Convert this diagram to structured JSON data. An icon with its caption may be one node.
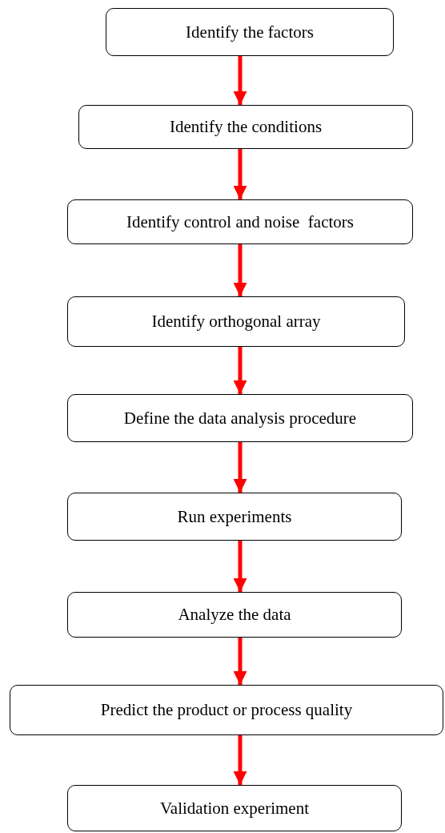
{
  "diagram": {
    "nodes": [
      {
        "text": [
          "Identify the factors"
        ]
      },
      {
        "text": [
          "Identify the conditions"
        ]
      },
      {
        "text": [
          "Identify control and noise  factors"
        ]
      },
      {
        "text": [
          "Identify orthogonal array"
        ]
      },
      {
        "text": [
          "Define the data analysis procedure"
        ]
      },
      {
        "text": [
          "Run experiments"
        ]
      },
      {
        "text": [
          "Analyze the data"
        ]
      },
      {
        "text": [
          "Predict the product or process quality"
        ]
      },
      {
        "text": [
          "Validation experiment"
        ]
      }
    ],
    "edges": [
      {
        "from": 0,
        "to": 1,
        "arrow": "to",
        "color": "#ff0000"
      },
      {
        "from": 1,
        "to": 2,
        "arrow": "to",
        "color": "#ff0000"
      },
      {
        "from": 2,
        "to": 3,
        "arrow": "to",
        "color": "#ff0000"
      },
      {
        "from": 3,
        "to": 4,
        "arrow": "to",
        "color": "#ff0000"
      },
      {
        "from": 4,
        "to": 5,
        "arrow": "to",
        "color": "#ff0000"
      },
      {
        "from": 5,
        "to": 6,
        "arrow": "to",
        "color": "#ff0000"
      },
      {
        "from": 6,
        "to": 7,
        "arrow": "to",
        "color": "#ff0000"
      },
      {
        "from": 7,
        "to": 8,
        "arrow": "to",
        "color": "#ff0000"
      }
    ]
  }
}
